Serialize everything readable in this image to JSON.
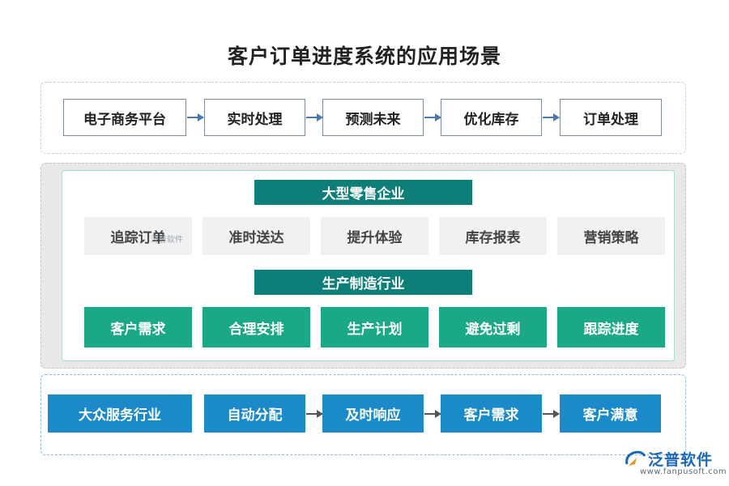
{
  "title": "客户订单进度系统的应用场景",
  "flow_top": [
    "电子商务平台",
    "实时处理",
    "预测未来",
    "优化库存",
    "订单处理"
  ],
  "retail": {
    "banner": "大型零售企业",
    "items": [
      "追踪订单",
      "准时送达",
      "提升体验",
      "库存报表",
      "营销策略"
    ]
  },
  "manufacturing": {
    "banner": "生产制造行业",
    "items": [
      "客户需求",
      "合理安排",
      "生产计划",
      "避免过剩",
      "跟踪进度"
    ]
  },
  "flow_bottom": [
    "大众服务行业",
    "自动分配",
    "及时响应",
    "客户需求",
    "客户满意"
  ],
  "watermark": {
    "inline": "泛普软件",
    "brand": "泛普软件",
    "url": "www.fanpusoft.com"
  },
  "colors": {
    "teal_box": "#1aa887",
    "banner": "#0d7f78",
    "blue_box": "#1a8ac9",
    "gray_panel": "#e8e8e8"
  }
}
